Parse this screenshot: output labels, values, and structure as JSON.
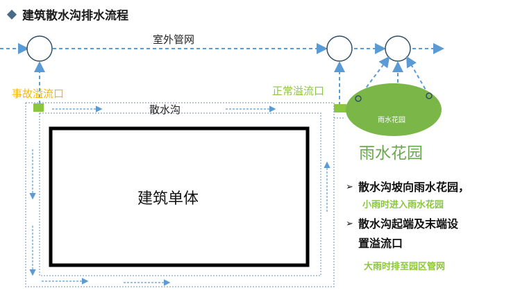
{
  "title": "建筑散水沟排水流程",
  "labels": {
    "outdoor_network": "室外管网",
    "emergency_overflow": "事故溢流口",
    "normal_overflow": "正常溢流口",
    "apron_ditch": "散水沟",
    "building": "建筑单体",
    "rain_garden_inner": "雨水花园",
    "rain_garden": "雨水花园"
  },
  "bullets": [
    {
      "text": "散水沟坡向雨水花园，",
      "note": "小雨时进入雨水花园"
    },
    {
      "text": "散水沟起端及末端设",
      "text2": "置溢流口",
      "note": "大雨时排至园区管网"
    }
  ],
  "colors": {
    "flow": "#5b9bd5",
    "green": "#8cc63f",
    "rain_garden_fill": "#7ab648",
    "emergency_text": "#f5b800",
    "normal_text": "#8cc63f",
    "title_diamond": "#4a6b86"
  },
  "icons": [
    "diamond-icon",
    "arrow-right-icon"
  ]
}
